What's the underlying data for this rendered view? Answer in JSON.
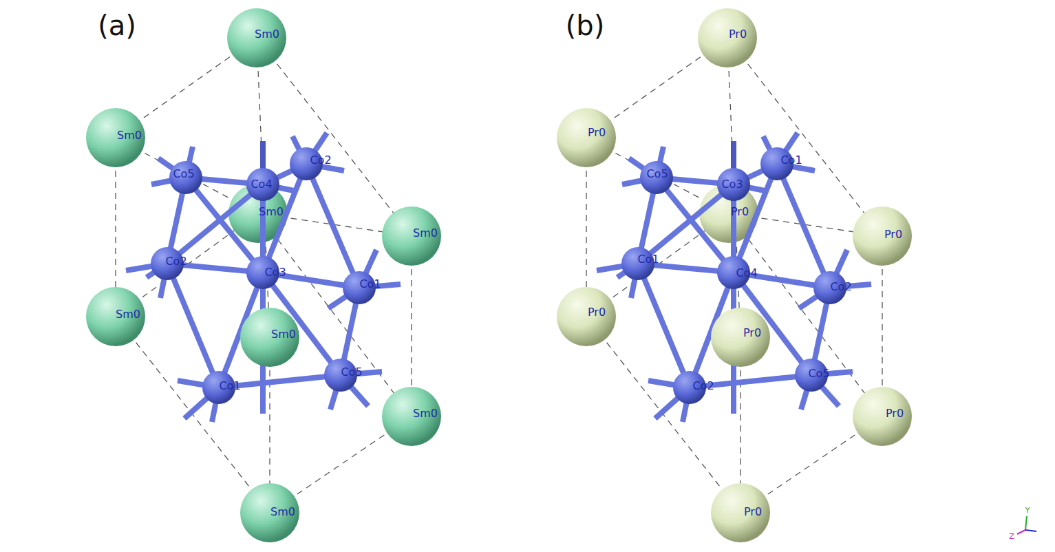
{
  "diagram": {
    "labels": [
      "(a)",
      "Sm0",
      "Sm0",
      "Co5",
      "Co4",
      "Co2",
      "Sm0",
      "Sm0",
      "Co2",
      "Co3",
      "Co1",
      "Sm0",
      "Sm0",
      "Co1",
      "Co5",
      "Sm0",
      "Sm0",
      "(b)",
      "Pr0",
      "Pr0",
      "Co5",
      "Co3",
      "Co1",
      "Pr0",
      "Pr0",
      "Co1",
      "Co4",
      "Co2",
      "Pr0",
      "Pr0",
      "Co2",
      "Co5",
      "Pr0",
      "Pr0",
      "Y",
      "Z"
    ]
  }
}
